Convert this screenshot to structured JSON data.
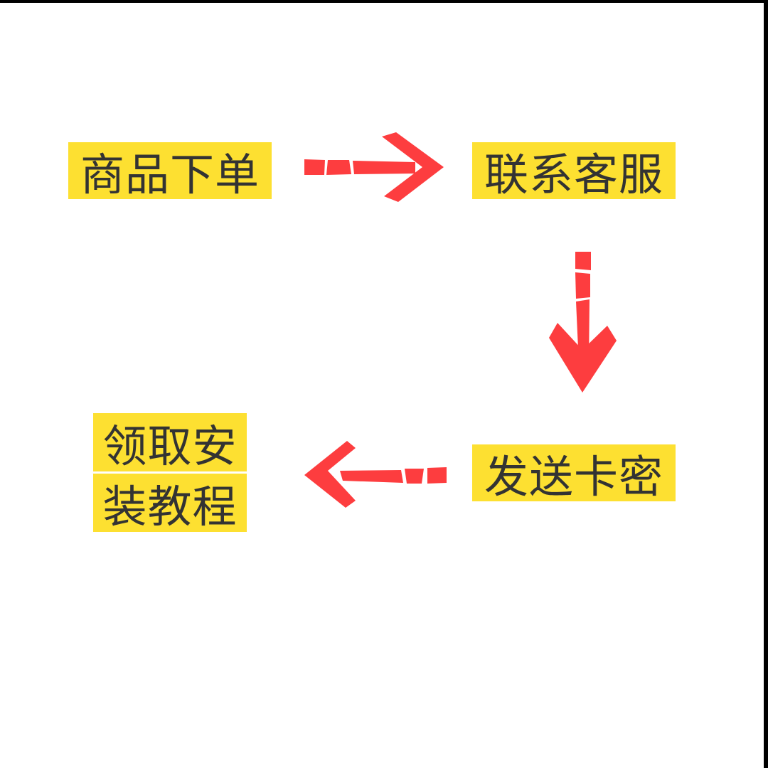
{
  "diagram": {
    "type": "process-flow",
    "steps": [
      {
        "id": "order",
        "label": "商品下单"
      },
      {
        "id": "contact",
        "label": "联系客服"
      },
      {
        "id": "send",
        "label": "发送卡密"
      },
      {
        "id": "tutorial",
        "label_line1": "领取安",
        "label_line2": "装教程",
        "label": "领取安装教程"
      }
    ],
    "arrows": [
      {
        "from": "order",
        "to": "contact",
        "direction": "right"
      },
      {
        "from": "contact",
        "to": "send",
        "direction": "down"
      },
      {
        "from": "send",
        "to": "tutorial",
        "direction": "left"
      }
    ],
    "colors": {
      "box_fill": "#fde031",
      "text": "#333333",
      "arrow": "#fd3d3f",
      "background": "#ffffff",
      "frame": "#000000"
    }
  }
}
